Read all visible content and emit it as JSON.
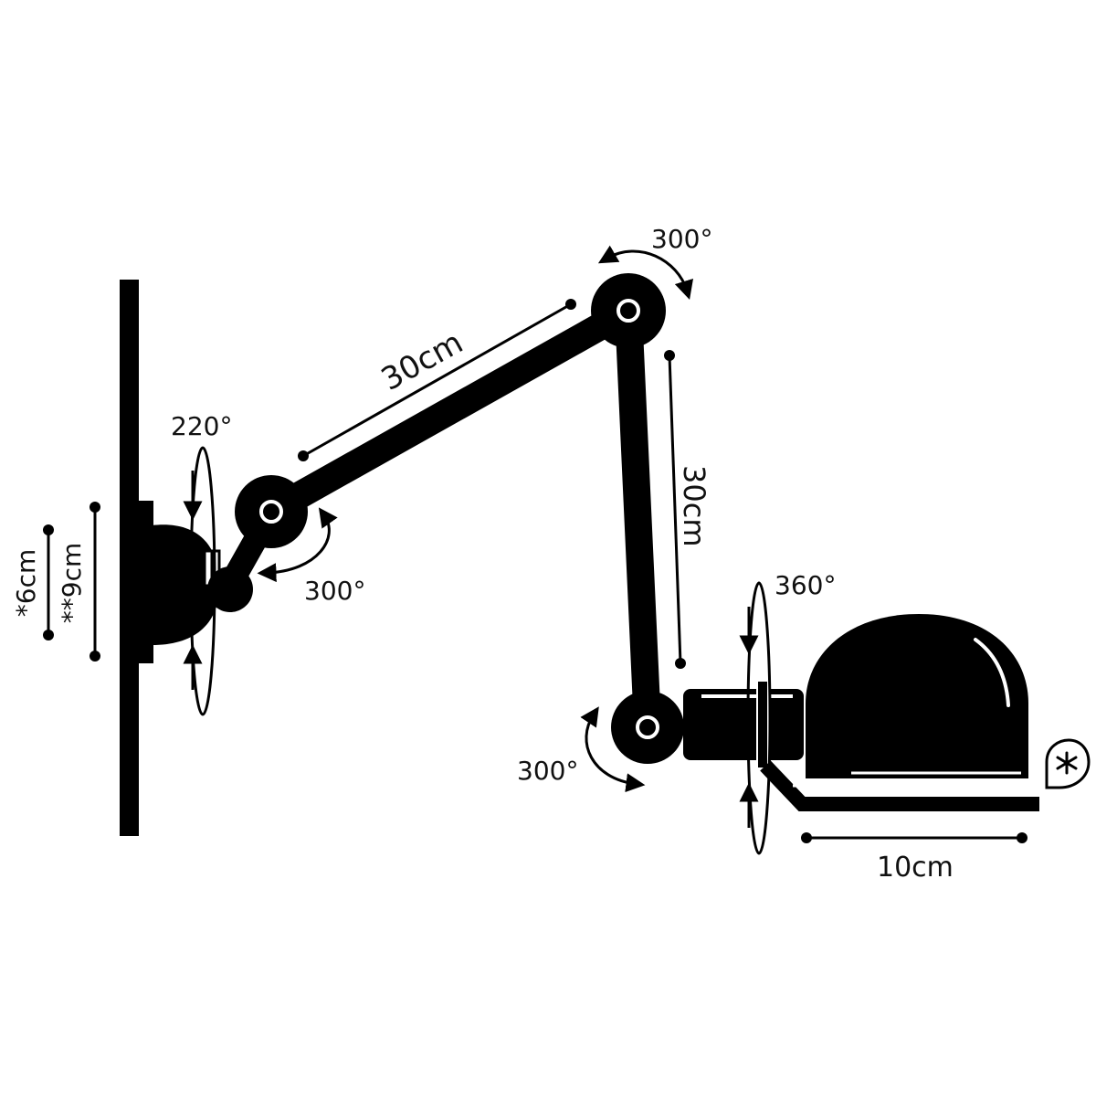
{
  "colors": {
    "ink": "#000000",
    "paper": "#ffffff",
    "text": "#111111"
  },
  "labels": {
    "base_rotation": "220°",
    "shoulder_rotation": "300°",
    "arm1_length": "30cm",
    "elbow_rotation": "300°",
    "arm2_length": "30cm",
    "wrist_rotation": "300°",
    "head_rotation": "360°",
    "shade_depth": "10cm",
    "base_small": "*6cm",
    "base_large": "**9cm"
  },
  "icons": {
    "shade_badge": "asterisk-leaf-icon"
  }
}
